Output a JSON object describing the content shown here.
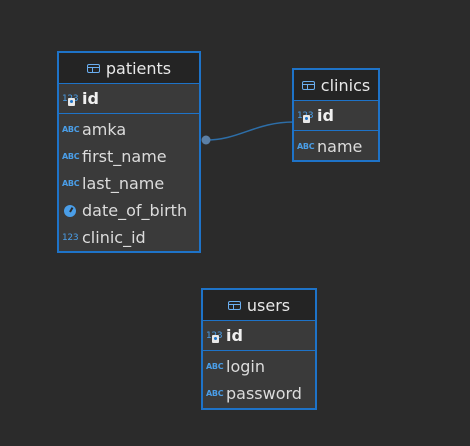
{
  "diagram": {
    "entities": [
      {
        "name": "patients",
        "pk": [
          {
            "name": "id",
            "type": "numeric"
          }
        ],
        "attributes": [
          {
            "name": "amka",
            "type": "text"
          },
          {
            "name": "first_name",
            "type": "text"
          },
          {
            "name": "last_name",
            "type": "text"
          },
          {
            "name": "date_of_birth",
            "type": "date"
          },
          {
            "name": "clinic_id",
            "type": "numeric"
          }
        ]
      },
      {
        "name": "clinics",
        "pk": [
          {
            "name": "id",
            "type": "numeric"
          }
        ],
        "attributes": [
          {
            "name": "name",
            "type": "text"
          }
        ]
      },
      {
        "name": "users",
        "pk": [
          {
            "name": "id",
            "type": "numeric"
          }
        ],
        "attributes": [
          {
            "name": "login",
            "type": "text"
          },
          {
            "name": "password",
            "type": "text"
          }
        ]
      }
    ],
    "relations": [
      {
        "from": "patients",
        "to": "clinics"
      }
    ],
    "icons": {
      "table": "table-icon",
      "numeric": "numeric-type-icon",
      "text": "text-type-icon",
      "date": "clock-icon",
      "primary_key": "key-icon"
    },
    "type_glyphs": {
      "numeric": "123",
      "text": "ABC"
    },
    "colors": {
      "background": "#2b2b2b",
      "entity_border": "#1e73c8",
      "entity_body": "#3a3a3a",
      "header_bg": "#242424",
      "type_icon": "#4a9ee8",
      "link": "#2d6ea8"
    }
  }
}
